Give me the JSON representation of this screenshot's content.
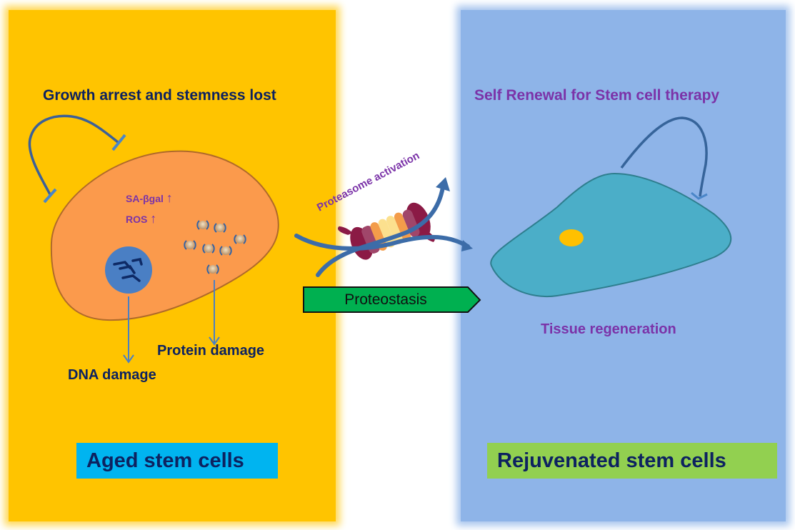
{
  "figure": {
    "left_panel": {
      "title": "Growth arrest and stemness lost",
      "markers": [
        {
          "text": "SA-βgal",
          "arrow": "↑"
        },
        {
          "text": "ROS",
          "arrow": "↑"
        }
      ],
      "dna_damage": "DNA damage",
      "protein_damage": "Protein damage",
      "badge": "Aged stem cells",
      "colors": {
        "background": "#FFC400",
        "cell": "#FB9A4C",
        "nucleus": "#4A7FC4",
        "badge": "#00B4F0"
      }
    },
    "center": {
      "process_label": "Proteasome activation",
      "arrow_label": "Proteostasis",
      "colors": {
        "arrow_box": "#00B050",
        "curved_arrows": "#3C6CA8",
        "proteasome_caps": "#8B1A45"
      }
    },
    "right_panel": {
      "title": "Self Renewal for Stem cell therapy",
      "outcome": "Tissue regeneration",
      "badge": "Rejuvenated stem cells",
      "colors": {
        "background": "#8EB4E8",
        "cell": "#4BAEC8",
        "nucleus": "#FFC000",
        "badge": "#92D050"
      }
    },
    "text_colors": {
      "navy": "#0D2260",
      "purple": "#7B33A8"
    }
  }
}
